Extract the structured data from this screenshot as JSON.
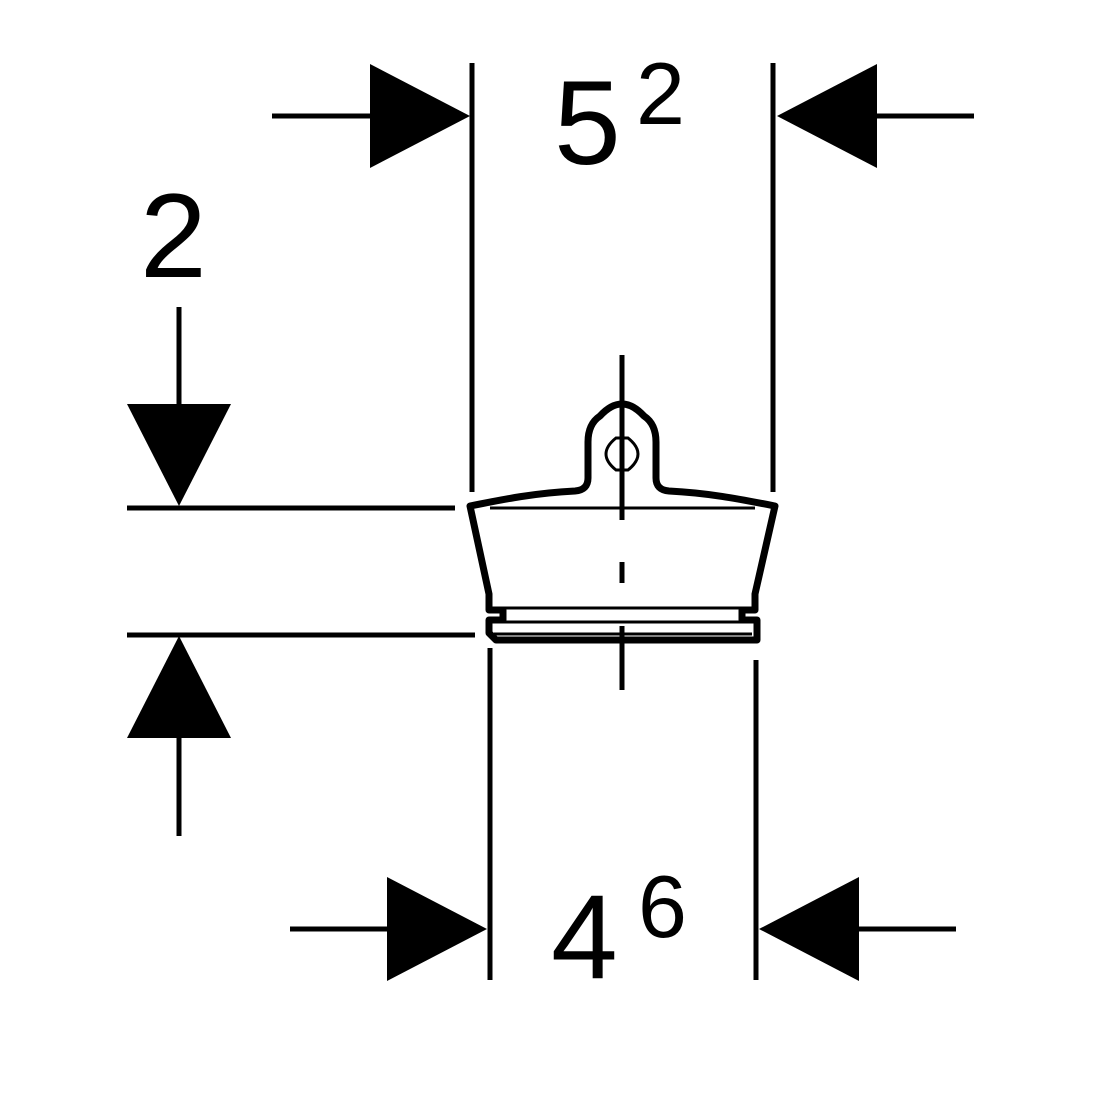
{
  "colors": {
    "ink": "#000000",
    "paper": "#ffffff"
  },
  "dimensions": {
    "top_width": {
      "main": "5",
      "sup": "2"
    },
    "height": {
      "main": "2"
    },
    "bottom_width": {
      "main": "4",
      "sup": "6"
    }
  }
}
